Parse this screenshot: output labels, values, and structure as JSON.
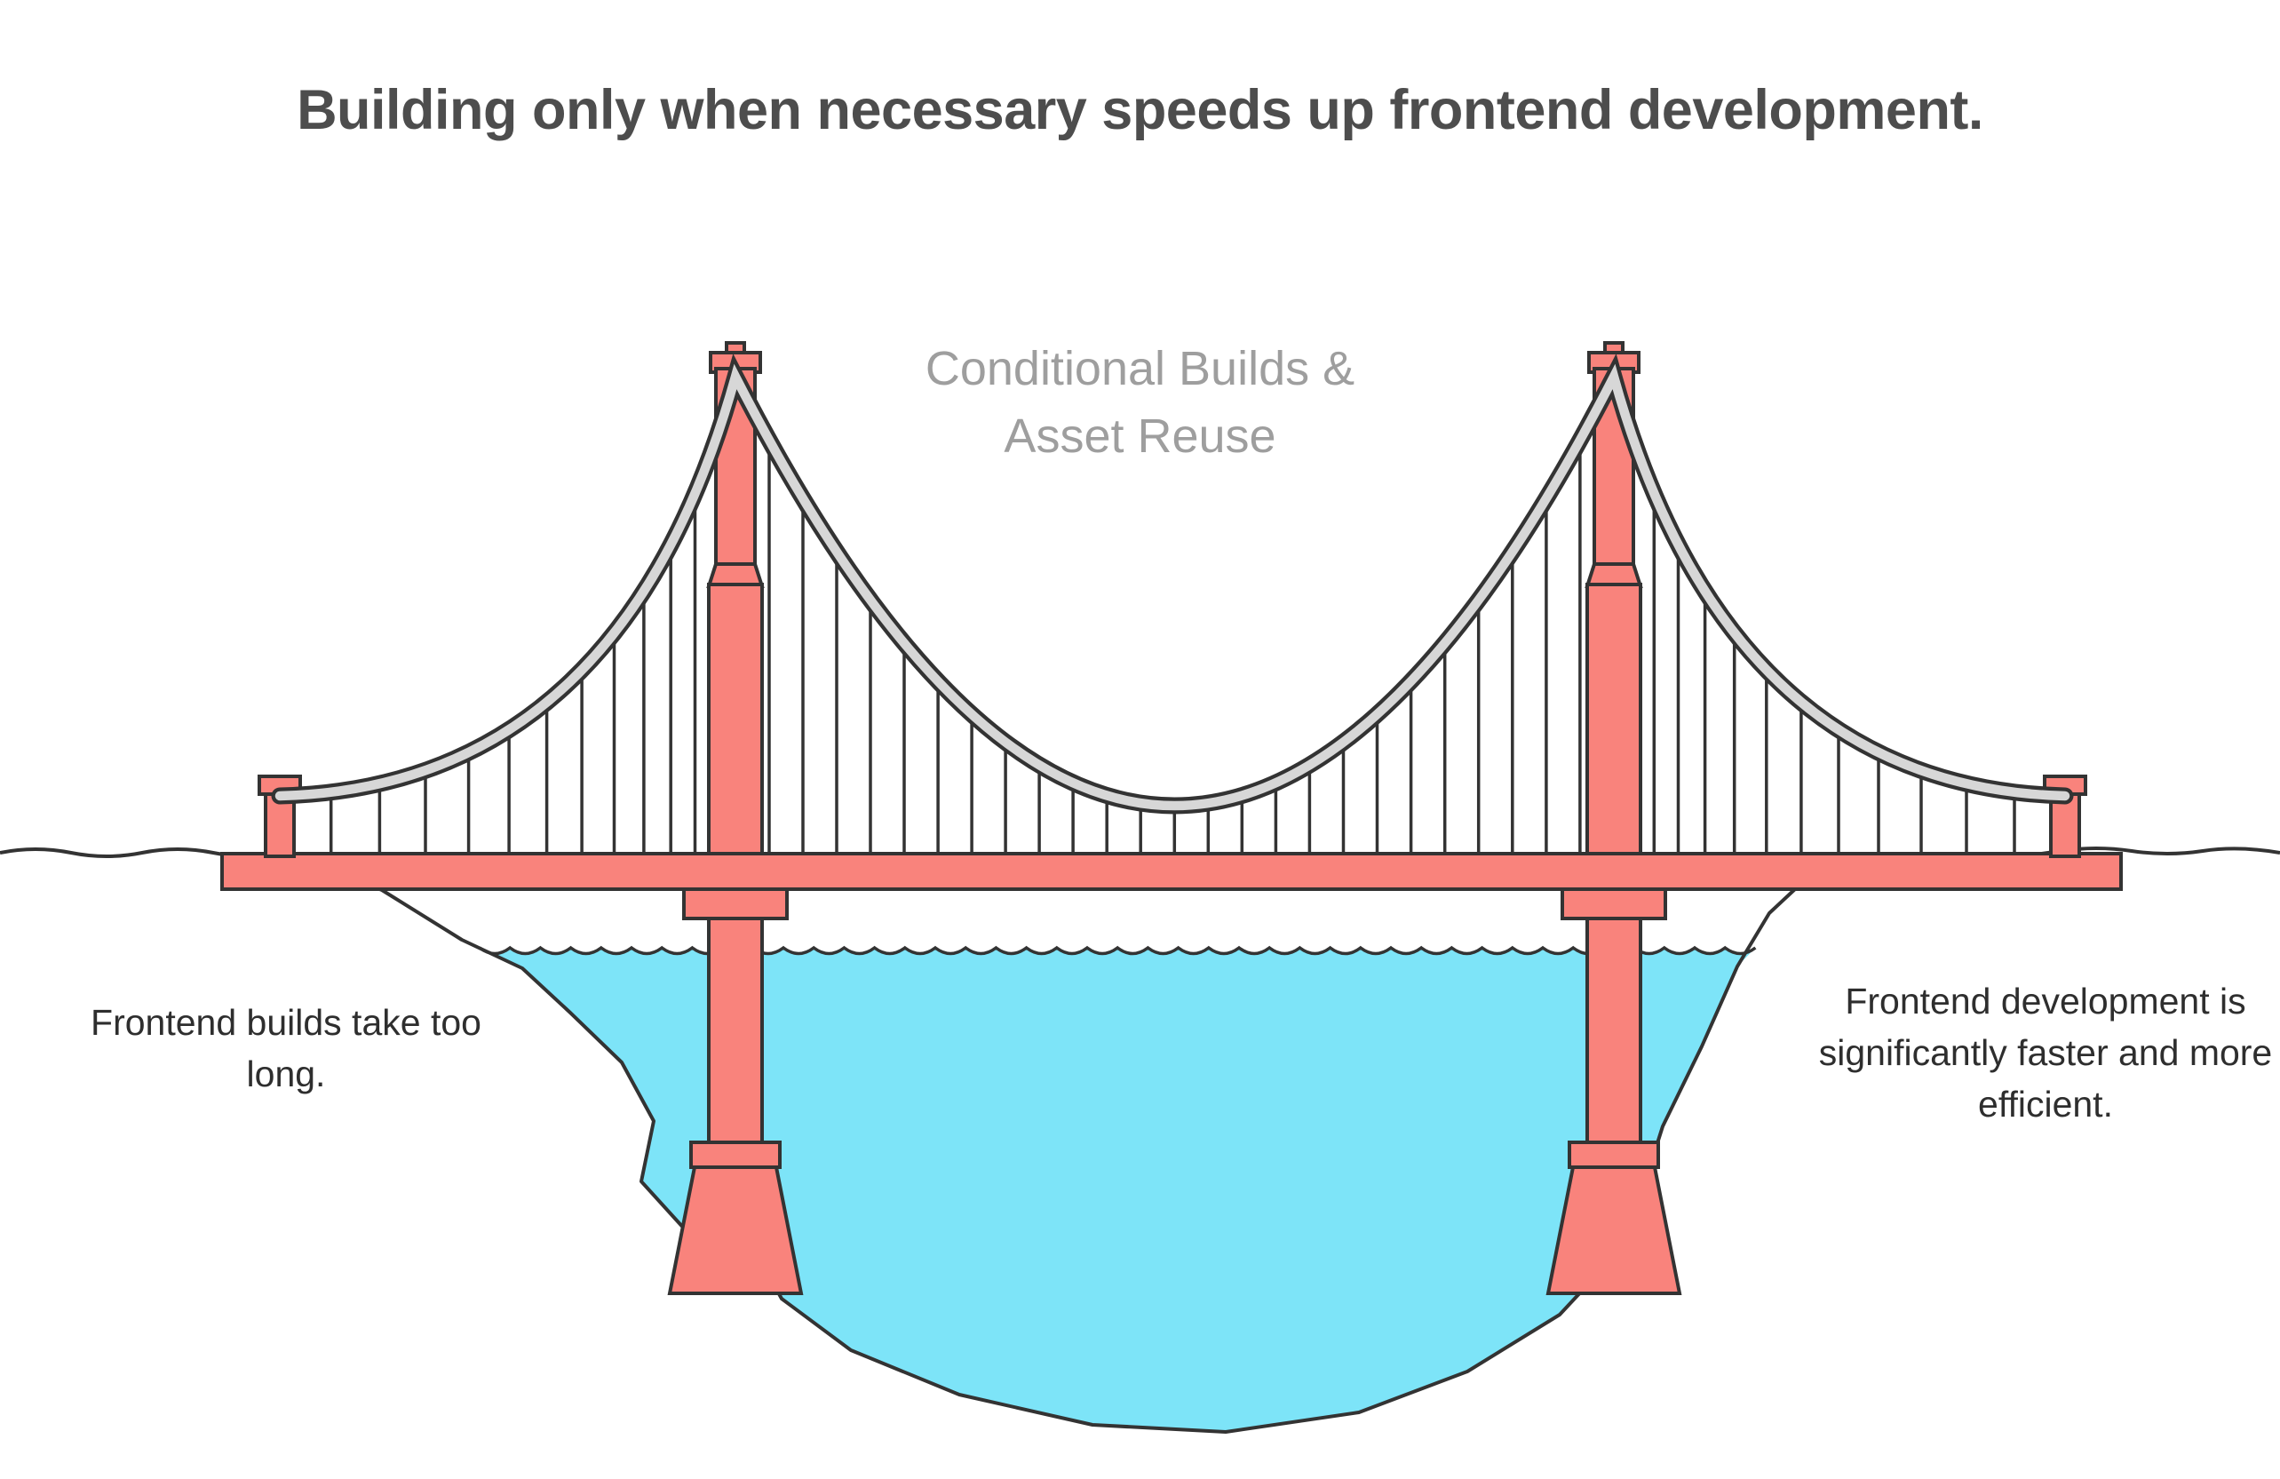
{
  "title": "Building only when necessary speeds up frontend development.",
  "labels": {
    "center": "Conditional Builds & Asset Reuse",
    "left": "Frontend builds take too long.",
    "right": "Frontend development is significantly faster and more efficient."
  },
  "colors": {
    "bridge_accent": "#f9837c",
    "cable_gray": "#d7d7d7",
    "water_cyan": "#7de4f8",
    "outline_dark": "#333333",
    "title_text": "#4d4d4d",
    "subtitle_text": "#9e9e9e",
    "body_text": "#2e2e2e"
  }
}
